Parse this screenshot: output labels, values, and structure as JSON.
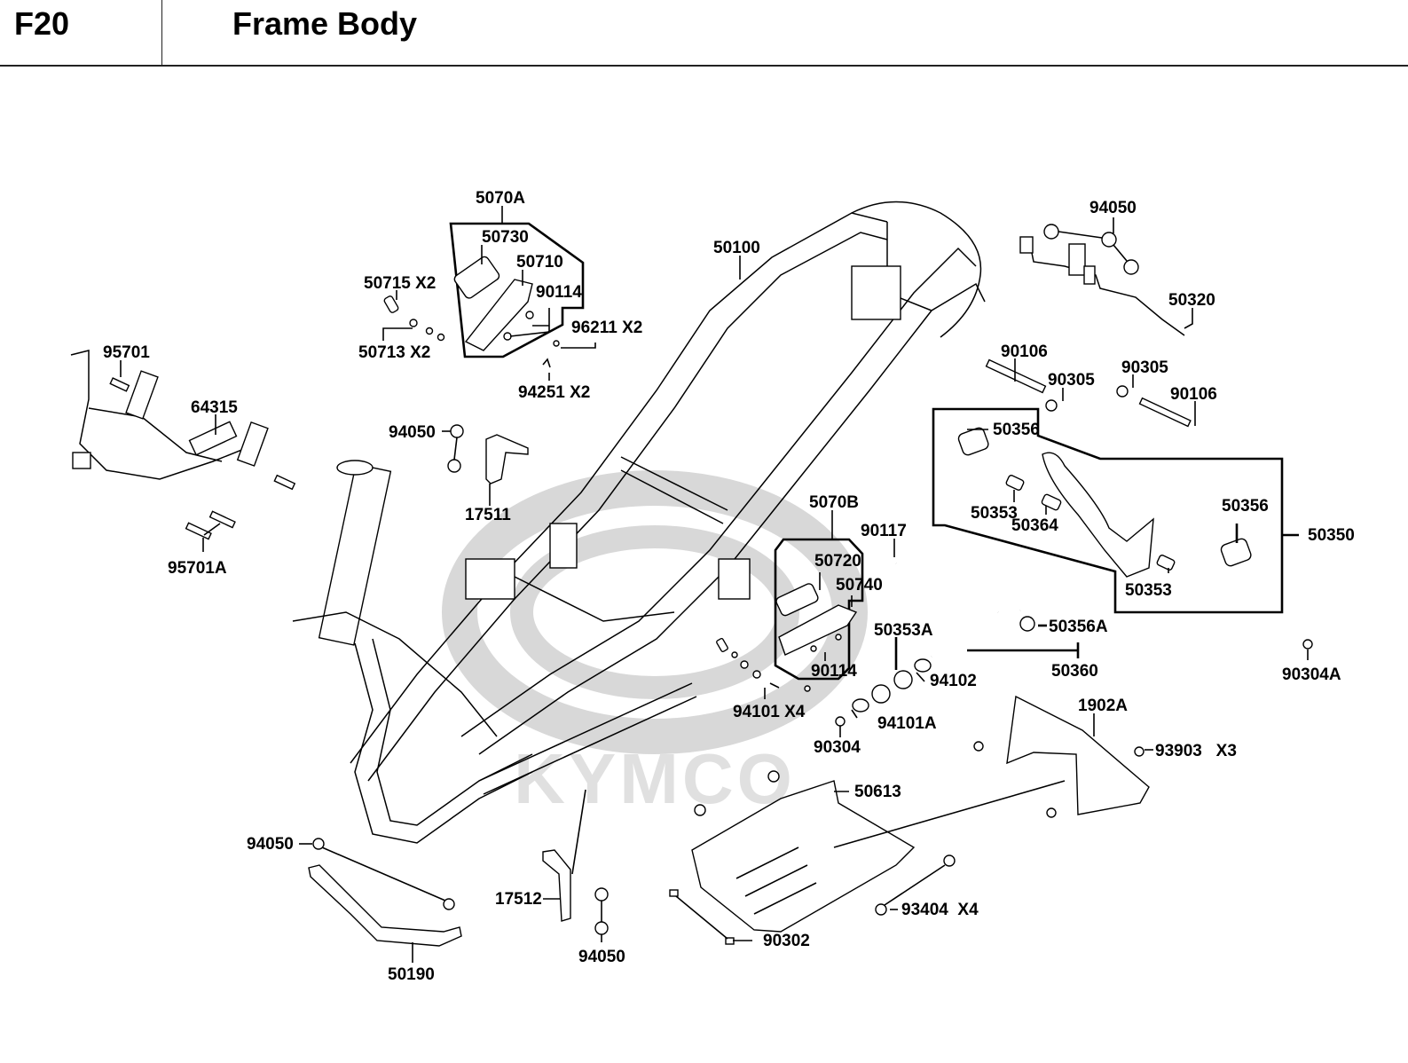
{
  "header": {
    "section_code": "F20",
    "section_title": "Frame Body"
  },
  "watermark": {
    "brand_text": "KYMCO",
    "color": "#d8d8d8"
  },
  "callouts": [
    {
      "id": "c5070A",
      "text": "5070A"
    },
    {
      "id": "c50730",
      "text": "50730"
    },
    {
      "id": "c50710",
      "text": "50710"
    },
    {
      "id": "c90114a",
      "text": "90114"
    },
    {
      "id": "c50715",
      "text": "50715 X2"
    },
    {
      "id": "c50713",
      "text": "50713 X2"
    },
    {
      "id": "c96211",
      "text": "96211 X2"
    },
    {
      "id": "c94251",
      "text": "94251 X2"
    },
    {
      "id": "c50100",
      "text": "50100"
    },
    {
      "id": "c94050top",
      "text": "94050"
    },
    {
      "id": "c50320",
      "text": "50320"
    },
    {
      "id": "c90106a",
      "text": "90106"
    },
    {
      "id": "c90305a",
      "text": "90305"
    },
    {
      "id": "c90305b",
      "text": "90305"
    },
    {
      "id": "c90106b",
      "text": "90106"
    },
    {
      "id": "c50356a",
      "text": "50356"
    },
    {
      "id": "c50353a",
      "text": "50353"
    },
    {
      "id": "c50364",
      "text": "50364"
    },
    {
      "id": "c50356b",
      "text": "50356"
    },
    {
      "id": "c50350",
      "text": "50350"
    },
    {
      "id": "c50353b",
      "text": "50353"
    },
    {
      "id": "c95701",
      "text": "95701"
    },
    {
      "id": "c64315",
      "text": "64315"
    },
    {
      "id": "c95701A",
      "text": "95701A"
    },
    {
      "id": "c94050mid",
      "text": "94050"
    },
    {
      "id": "c17511",
      "text": "17511"
    },
    {
      "id": "c5070B",
      "text": "5070B"
    },
    {
      "id": "c50720",
      "text": "50720"
    },
    {
      "id": "c50740",
      "text": "50740"
    },
    {
      "id": "c90114b",
      "text": "90114"
    },
    {
      "id": "c90117",
      "text": "90117"
    },
    {
      "id": "c50356A",
      "text": "50356A"
    },
    {
      "id": "c50360",
      "text": "50360"
    },
    {
      "id": "c50353A",
      "text": "50353A"
    },
    {
      "id": "c94102",
      "text": "94102"
    },
    {
      "id": "c94101",
      "text": "94101 X4"
    },
    {
      "id": "c94101A",
      "text": "94101A"
    },
    {
      "id": "c90304",
      "text": "90304"
    },
    {
      "id": "c90304A",
      "text": "90304A"
    },
    {
      "id": "c1902A",
      "text": "1902A"
    },
    {
      "id": "c93903",
      "text": "93903   X3"
    },
    {
      "id": "c50613",
      "text": "50613"
    },
    {
      "id": "c93404",
      "text": "93404  X4"
    },
    {
      "id": "c90302",
      "text": "90302"
    },
    {
      "id": "c94050left",
      "text": "94050"
    },
    {
      "id": "c50190",
      "text": "50190"
    },
    {
      "id": "c17512",
      "text": "17512"
    },
    {
      "id": "c94050bot",
      "text": "94050"
    }
  ]
}
